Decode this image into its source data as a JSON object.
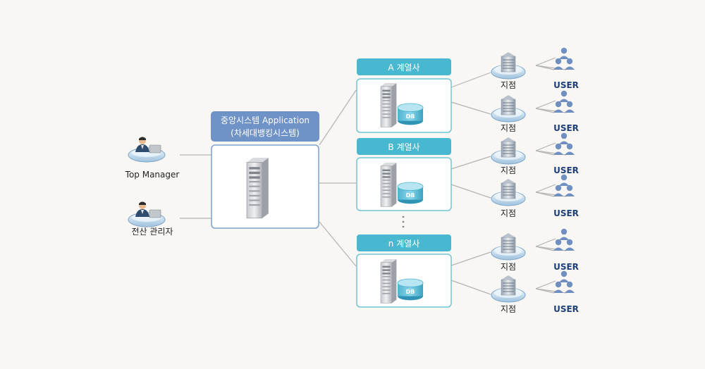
{
  "people": [
    {
      "label": "Top Manager"
    },
    {
      "label": "전산 관리자"
    }
  ],
  "central": {
    "title_line1": "중앙시스템 Application",
    "title_line2": "(차세대뱅킹시스템)"
  },
  "affiliates": [
    {
      "label": "A 계열사",
      "db": "DB"
    },
    {
      "label": "B 계열사",
      "db": "DB"
    },
    {
      "label": "n 계열사",
      "db": "DB"
    }
  ],
  "branch_label": "지점",
  "user_label": "USER",
  "colors": {
    "header_teal": "#47b8cf",
    "header_blue": "#6f93c6",
    "box_border_teal": "#6fc5d5",
    "box_border_blue": "#7ea0cf",
    "user_text": "#1f3f78",
    "user_icon": "#6f8fc0",
    "connector": "#b3b3b3"
  },
  "icons": [
    "person-at-laptop-icon",
    "server-icon",
    "database-icon",
    "building-icon",
    "user-group-icon"
  ]
}
